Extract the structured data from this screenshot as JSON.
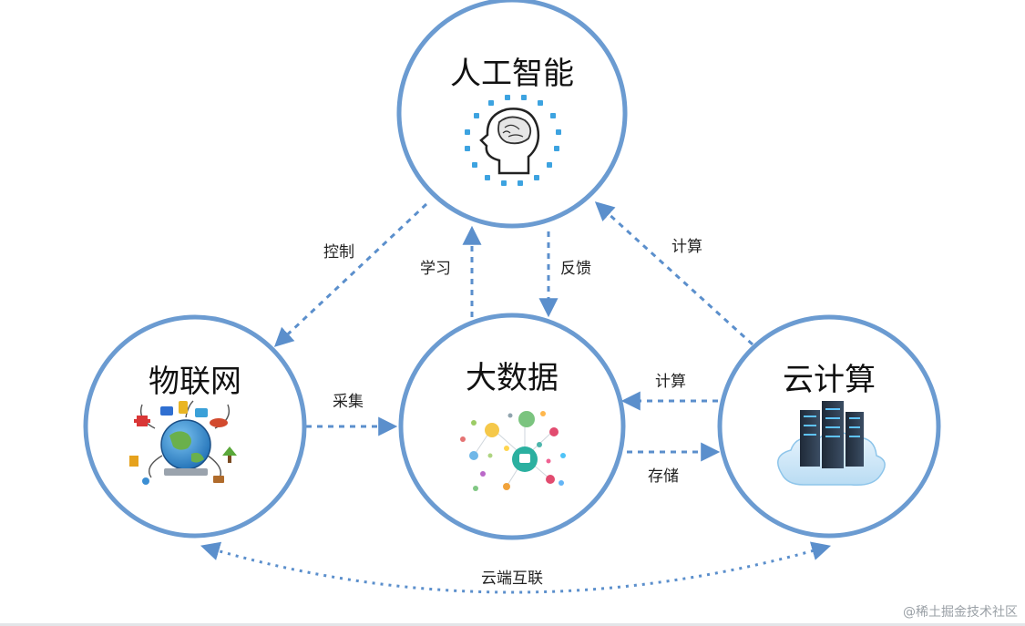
{
  "nodes": {
    "ai": {
      "title": "人工智能"
    },
    "iot": {
      "title": "物联网"
    },
    "bigdata": {
      "title": "大数据"
    },
    "cloud": {
      "title": "云计算"
    }
  },
  "edges": {
    "control": "控制",
    "learn": "学习",
    "feedback": "反馈",
    "compute_ai": "计算",
    "collect": "采集",
    "compute_data": "计算",
    "storage": "存储",
    "cloud_edge": "云端互联"
  },
  "watermark": "@稀土掘金技术社区",
  "colors": {
    "circle_stroke": "#6b9bd1",
    "arrow": "#5b8fcc",
    "title_text": "#111111"
  }
}
